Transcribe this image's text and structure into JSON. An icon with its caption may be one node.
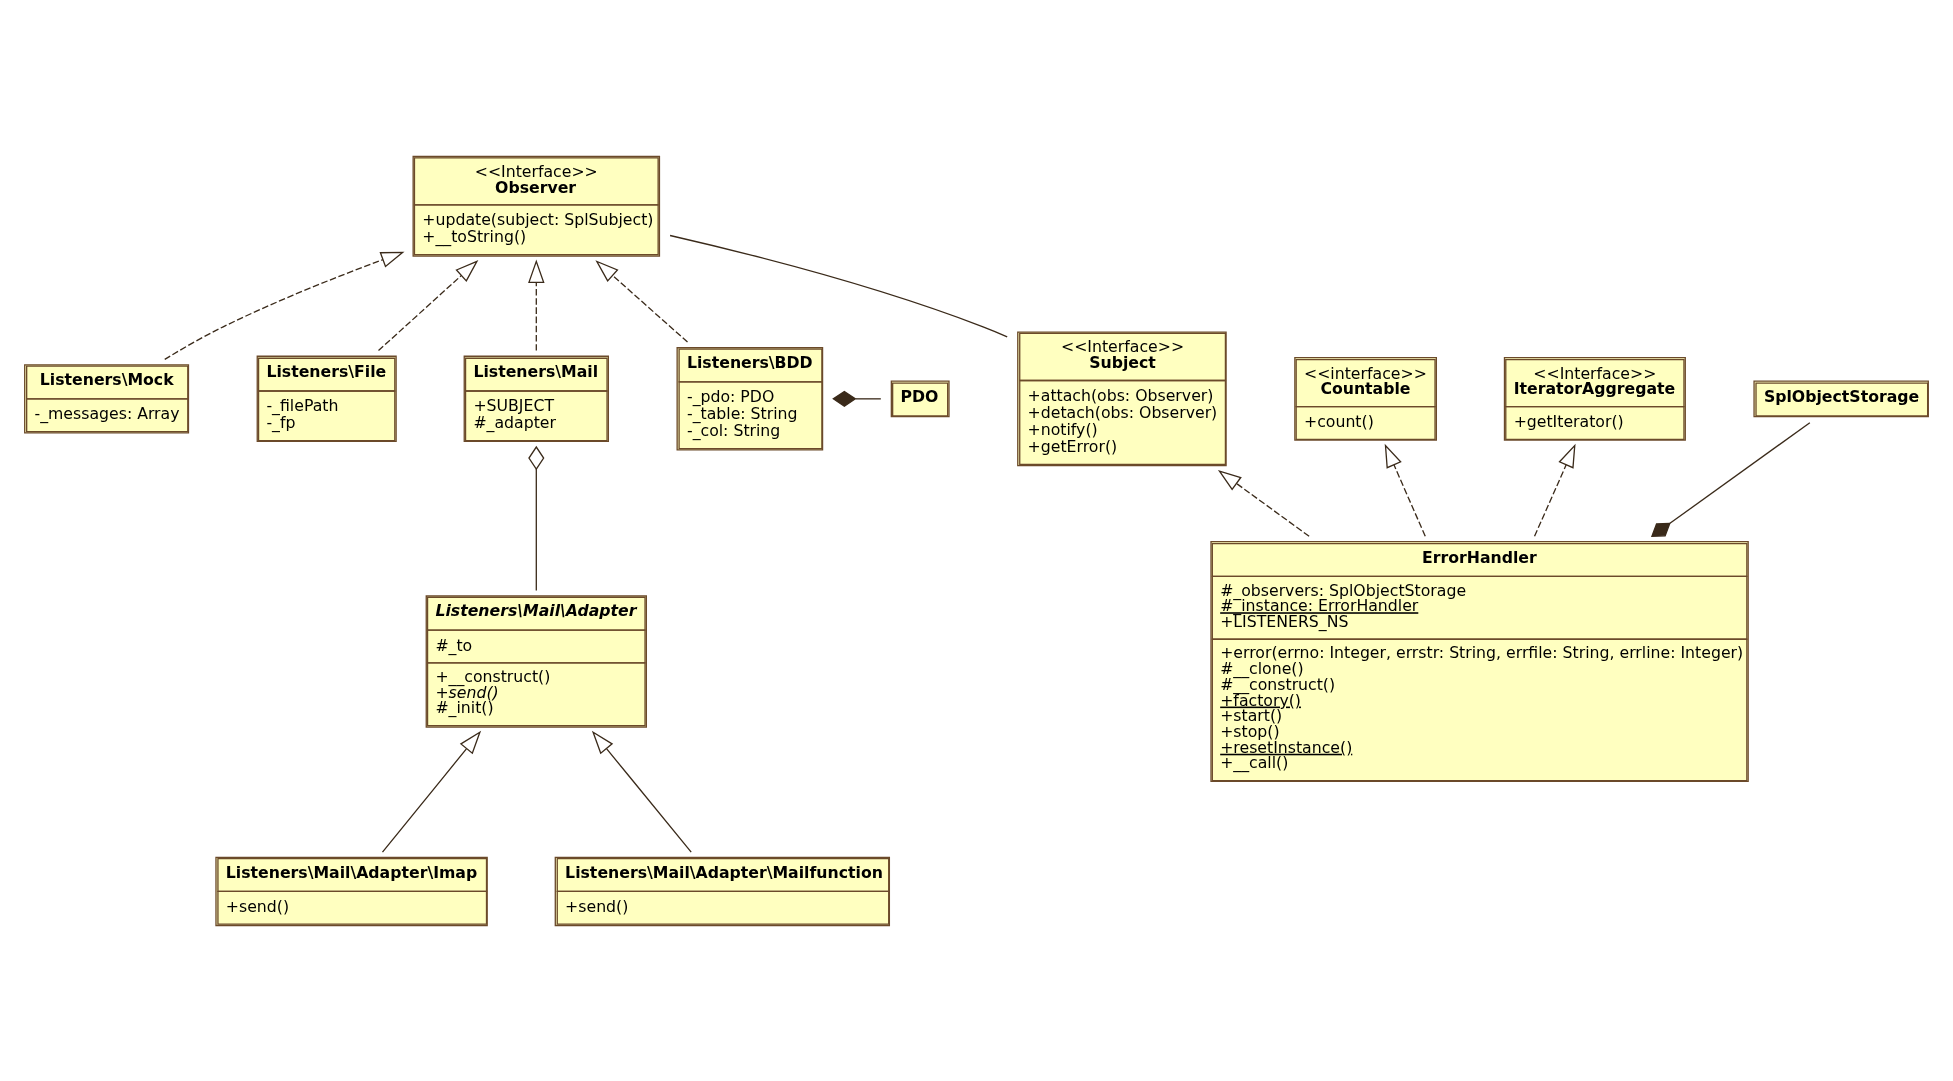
{
  "diagram": {
    "nodes": [
      {
        "text": [
          "<<Interface>>",
          "Subject",
          "+attach(obs: Observer)",
          "+detach(obs: Observer)",
          "+notify()",
          "+getError()"
        ]
      },
      {
        "text": [
          "<<Interface>>",
          "Observer",
          "+update(subject: SplSubject)",
          "+__toString()"
        ]
      },
      {
        "text": [
          "Listeners\\Mock",
          "-_messages: Array"
        ]
      },
      {
        "text": [
          "<<interface>>",
          "Countable",
          "+count()"
        ]
      },
      {
        "text": [
          "<<Interface>>",
          "IteratorAggregate",
          "+getIterator()"
        ]
      },
      {
        "text": [
          "SplObjectStorage"
        ]
      },
      {
        "text": [
          "Listeners\\File",
          "-_filePath",
          "-_fp"
        ]
      },
      {
        "text": [
          "Listeners\\Mail",
          "+SUBJECT",
          "#_adapter"
        ]
      },
      {
        "text": [
          "Listeners\\BDD",
          "-_pdo: PDO",
          "-_table: String",
          "-_col: String"
        ]
      },
      {
        "text": [
          "PDO"
        ]
      },
      {
        "text": [
          "ErrorHandler",
          "#_observers: SplObjectStorage",
          "#_instance: ErrorHandler",
          "+LISTENERS_NS",
          "+error(errno: Integer, errstr: String, errfile: String, errline: Integer)",
          "#__clone()",
          "#__construct()",
          "+factory()",
          "+start()",
          "+stop()",
          "+resetInstance()",
          "+__call()"
        ]
      },
      {
        "text": [
          "Listeners\\Mail\\Adapter",
          "#_to",
          "+__construct()",
          "+send()",
          "#_init()"
        ]
      },
      {
        "text": [
          "Listeners\\Mail\\Adapter\\Imap",
          "+send()"
        ]
      },
      {
        "text": [
          "Listeners\\Mail\\Adapter\\Mailfunction",
          "+send()"
        ]
      }
    ],
    "edges": [
      {
        "from": 0,
        "to": 1,
        "arrow": "none"
      },
      {
        "from": 2,
        "to": 1,
        "arrow": "to",
        "style": "dashed"
      },
      {
        "from": 10,
        "to": 3,
        "arrow": "to",
        "style": "dashed"
      },
      {
        "from": 10,
        "to": 4,
        "arrow": "to",
        "style": "dashed"
      },
      {
        "from": 10,
        "to": 0,
        "arrow": "to",
        "style": "dashed"
      },
      {
        "from": 10,
        "to": 5,
        "arrow": "other"
      },
      {
        "from": 6,
        "to": 1,
        "arrow": "to",
        "style": "dashed"
      },
      {
        "from": 7,
        "to": 1,
        "arrow": "to",
        "style": "dashed"
      },
      {
        "from": 8,
        "to": 1,
        "arrow": "to",
        "style": "dashed"
      },
      {
        "from": 8,
        "to": 9,
        "arrow": "other"
      },
      {
        "from": 7,
        "to": 11,
        "arrow": "other"
      },
      {
        "from": 12,
        "to": 11,
        "arrow": "to"
      },
      {
        "from": 13,
        "to": 11,
        "arrow": "to"
      }
    ]
  }
}
